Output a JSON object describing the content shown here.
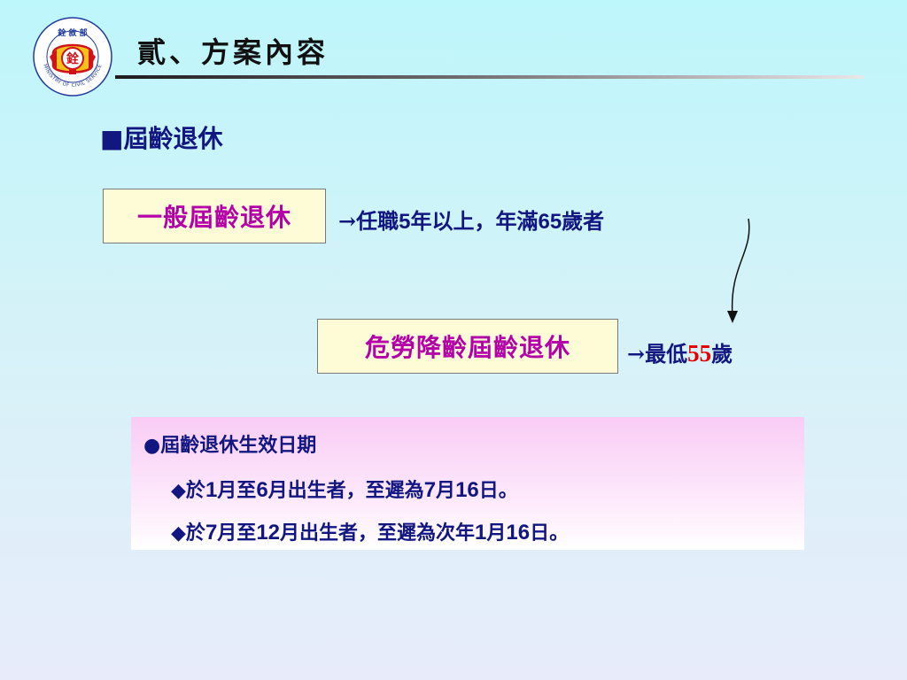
{
  "header": {
    "title": "貳、方案內容",
    "logo": {
      "top_text": "銓 敘 部",
      "center_char": "銓",
      "ring_text": "MINISTRY OF CIVIL SERVICE"
    }
  },
  "section": {
    "bullet": "■",
    "heading": "屆齡退休"
  },
  "general_retirement": {
    "label": "一般屆齡退休",
    "arrow": "→",
    "text_1": "任職",
    "num_1": "5",
    "text_2": "年以上，年滿",
    "num_2": "65",
    "text_3": "歲者"
  },
  "hazardous_retirement": {
    "label": "危勞降齡屆齡退休",
    "arrow": "→",
    "text_1": "最低",
    "num_1": "55",
    "text_2": "歲"
  },
  "effective_date": {
    "bullet": "●",
    "heading": "屆齡退休生效日期",
    "rule_bullet": "◆",
    "rule_1": {
      "text_1": "於",
      "num_1": "1",
      "text_2": "月至",
      "num_2": "6",
      "text_3": "月出生者，至遲為",
      "num_3": "7",
      "text_4": "月",
      "num_4": "16",
      "text_5": "日。"
    },
    "rule_2": {
      "text_1": "於",
      "num_1": "7",
      "text_2": "月至",
      "num_2": "12",
      "text_3": "月出生者，至遲為次年",
      "num_3": "1",
      "text_4": "月",
      "num_4": "16",
      "text_5": "日。"
    }
  },
  "colors": {
    "text_navy": "#111680",
    "box_text_magenta": "#b300a8",
    "box_fill": "#fdfcd6",
    "highlight_red": "#e60000",
    "panel_pink": "#f9ccf5",
    "logo_red": "#d0121b",
    "logo_blue": "#1f3b9c",
    "logo_yellow": "#f6c21a"
  }
}
